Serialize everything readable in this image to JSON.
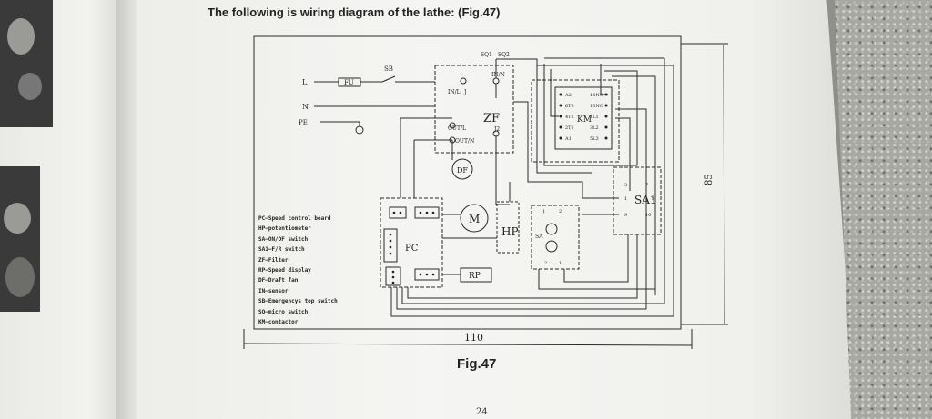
{
  "page": {
    "heading": "The following is wiring diagram of the lathe: (Fig.47)",
    "figure_caption": "Fig.47",
    "page_number": "24"
  },
  "terminals": {
    "live": "L",
    "neutral": "N",
    "earth": "PE"
  },
  "components": {
    "fuse": "FU",
    "emergency_stop": "SB",
    "micro_switch_1": "SQ1",
    "micro_switch_2": "SQ2",
    "filter": "ZF",
    "filter_in_l": "IN/L",
    "filter_in_n": "IN/N",
    "filter_out_l": "OUT/L",
    "filter_out_n": "OUT/N",
    "filter_j": "J",
    "filter_j2": "J2",
    "draft_fan": "DF",
    "motor": "M",
    "sensor": "HP",
    "speed_board": "PC",
    "speed_display": "RP",
    "onoff_switch": "SA",
    "fr_switch": "SA1",
    "contactor": "KM"
  },
  "contactor_terminals": {
    "left": [
      "A2",
      "6T3",
      "4T2",
      "2T1",
      "A1"
    ],
    "right": [
      "14NO",
      "13NO",
      "1L1",
      "3L2",
      "5L3"
    ]
  },
  "switch_terminals": {
    "sa": [
      "1",
      "2",
      "2",
      "1"
    ],
    "sa1": [
      "3",
      "1",
      "9",
      "7",
      "8",
      "10"
    ]
  },
  "dimensions": {
    "width": "110",
    "height": "85"
  },
  "legend": [
    "PC—Speed control board",
    "HP—potentiometer",
    "SA—ON/OF switch",
    "SA1—F/R switch",
    "ZF—Filter",
    "RP—Speed display",
    "DF—Draft fan",
    "IN—sensor",
    "SB—Emergencys top switch",
    "SQ—micro switch",
    "KM—contactor"
  ]
}
